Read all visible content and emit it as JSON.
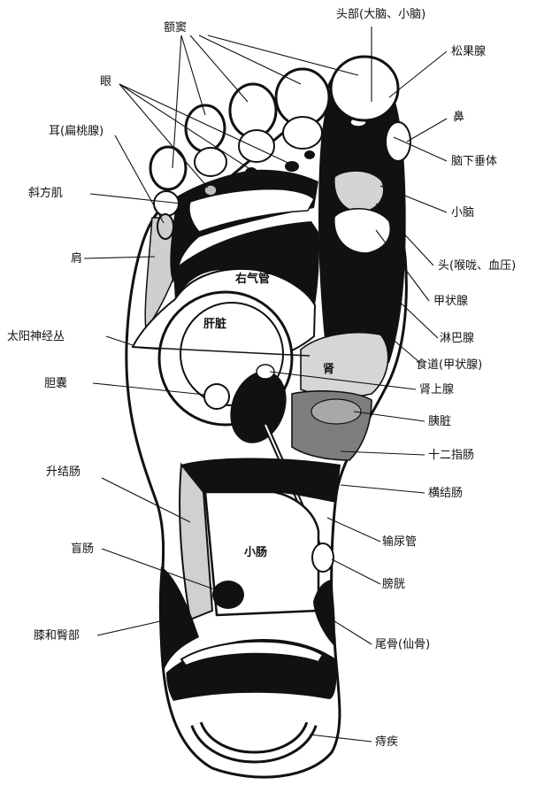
{
  "labels": {
    "head_brain": "头部(大脑、小脑)",
    "sinus": "额窦",
    "pineal": "松果腺",
    "eye": "眼",
    "nose": "鼻",
    "ear": "耳(扁桃腺)",
    "pituitary": "脑下垂体",
    "trapezius": "斜方肌",
    "cerebellum": "小脑",
    "shoulder": "肩",
    "head_neck": "头(喉咙、血压)",
    "thyroid": "甲状腺",
    "solar_plexus": "太阳神经丛",
    "lymph": "淋巴腺",
    "esophagus": "食道(甲状腺)",
    "gallbladder": "胆囊",
    "adrenal": "肾上腺",
    "pancreas": "胰脏",
    "duodenum": "十二指肠",
    "ascending_colon": "升结肠",
    "transverse_colon": "横结肠",
    "ureter": "输尿管",
    "cecum": "盲肠",
    "bladder": "膀胱",
    "knee_hip": "膝和臀部",
    "coccyx": "尾骨(仙骨)",
    "hemorrhoids": "痔疾",
    "trachea": "右气管",
    "liver": "肝脏",
    "kidney": "肾",
    "small_intestine": "小肠"
  },
  "colors": {
    "ink": "#111111",
    "light_gray": "#d2d2d2",
    "mid_gray": "#7d7d7d",
    "paper": "#ffffff"
  }
}
